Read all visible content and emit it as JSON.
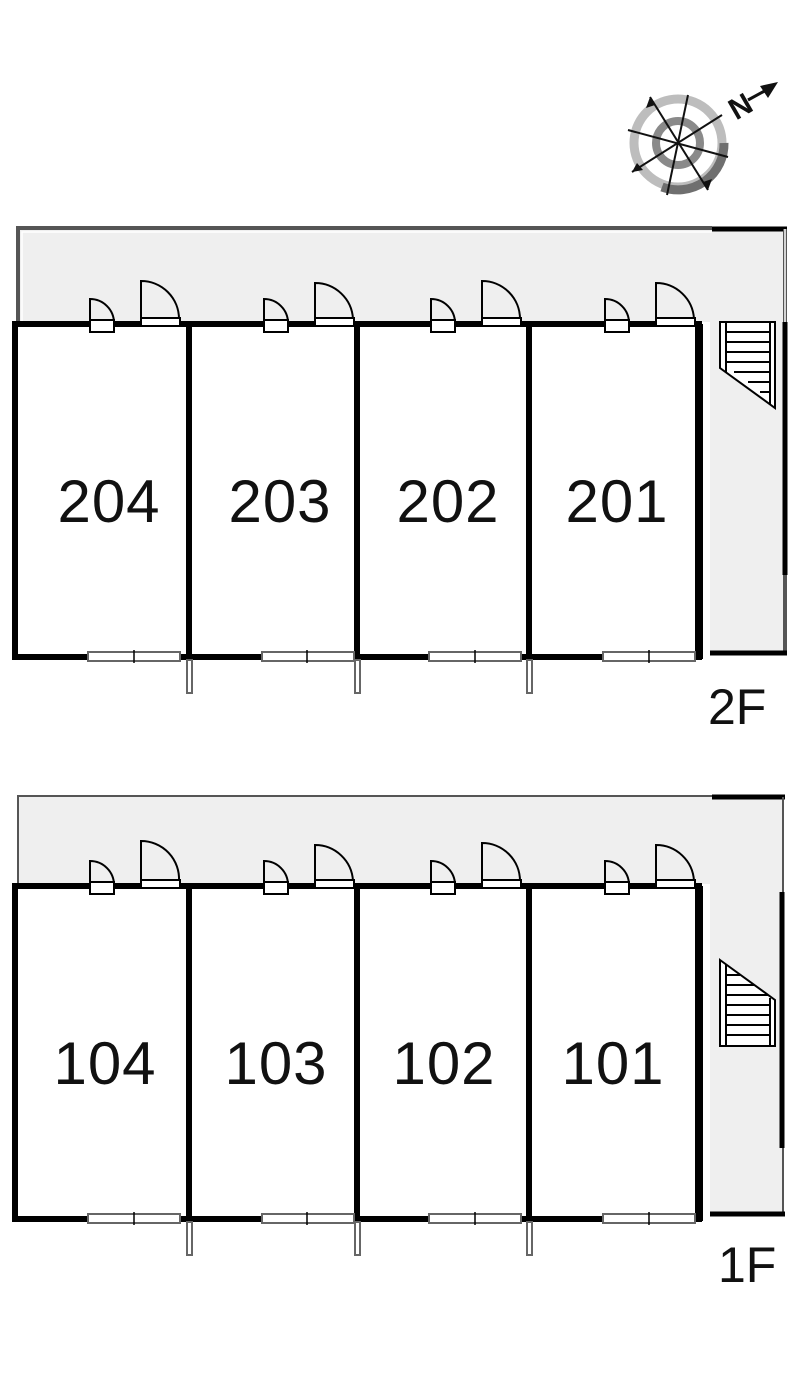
{
  "compass": {
    "label": "N",
    "icon": "north-arrow-compass-icon"
  },
  "floors": [
    {
      "id": "2F",
      "label": "2F",
      "units": [
        {
          "number": "204"
        },
        {
          "number": "203"
        },
        {
          "number": "202"
        },
        {
          "number": "201"
        }
      ]
    },
    {
      "id": "1F",
      "label": "1F",
      "units": [
        {
          "number": "104"
        },
        {
          "number": "103"
        },
        {
          "number": "102"
        },
        {
          "number": "101"
        }
      ]
    }
  ],
  "colors": {
    "corridor": "#efefef",
    "wall": "#000000",
    "background": "#ffffff",
    "window": "#888888"
  }
}
